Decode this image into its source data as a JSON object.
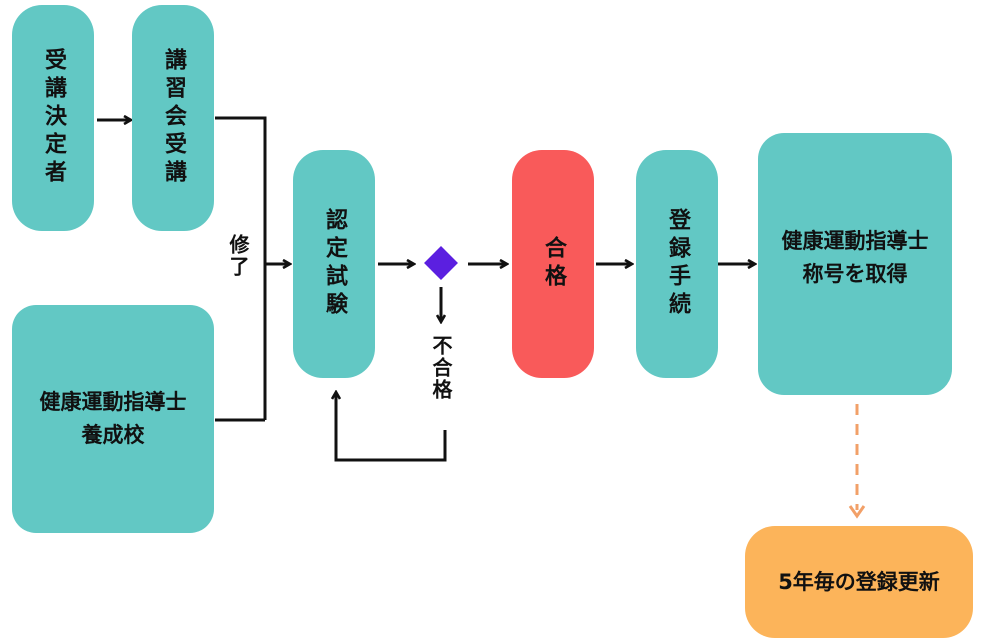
{
  "colors": {
    "teal": "#62c8c4",
    "pass_red": "#f95a5a",
    "renewal_orange": "#fcb45a",
    "diamond_purple": "#5b1fe0",
    "dashed_orange": "#f2a068",
    "line_black": "#111111"
  },
  "nodes": {
    "decision": "受講決定者",
    "course": "講習会受講",
    "school": "健康運動指導士\n養成校",
    "exam": "認定試験",
    "pass": "合格",
    "registration": "登録手続",
    "title_acquired": "健康運動指導士\n称号を取得",
    "renewal": "5年毎の登録更新"
  },
  "labels": {
    "completion": "修了",
    "fail": "不合格"
  },
  "icons": {
    "decision_diamond": "diamond-icon"
  }
}
